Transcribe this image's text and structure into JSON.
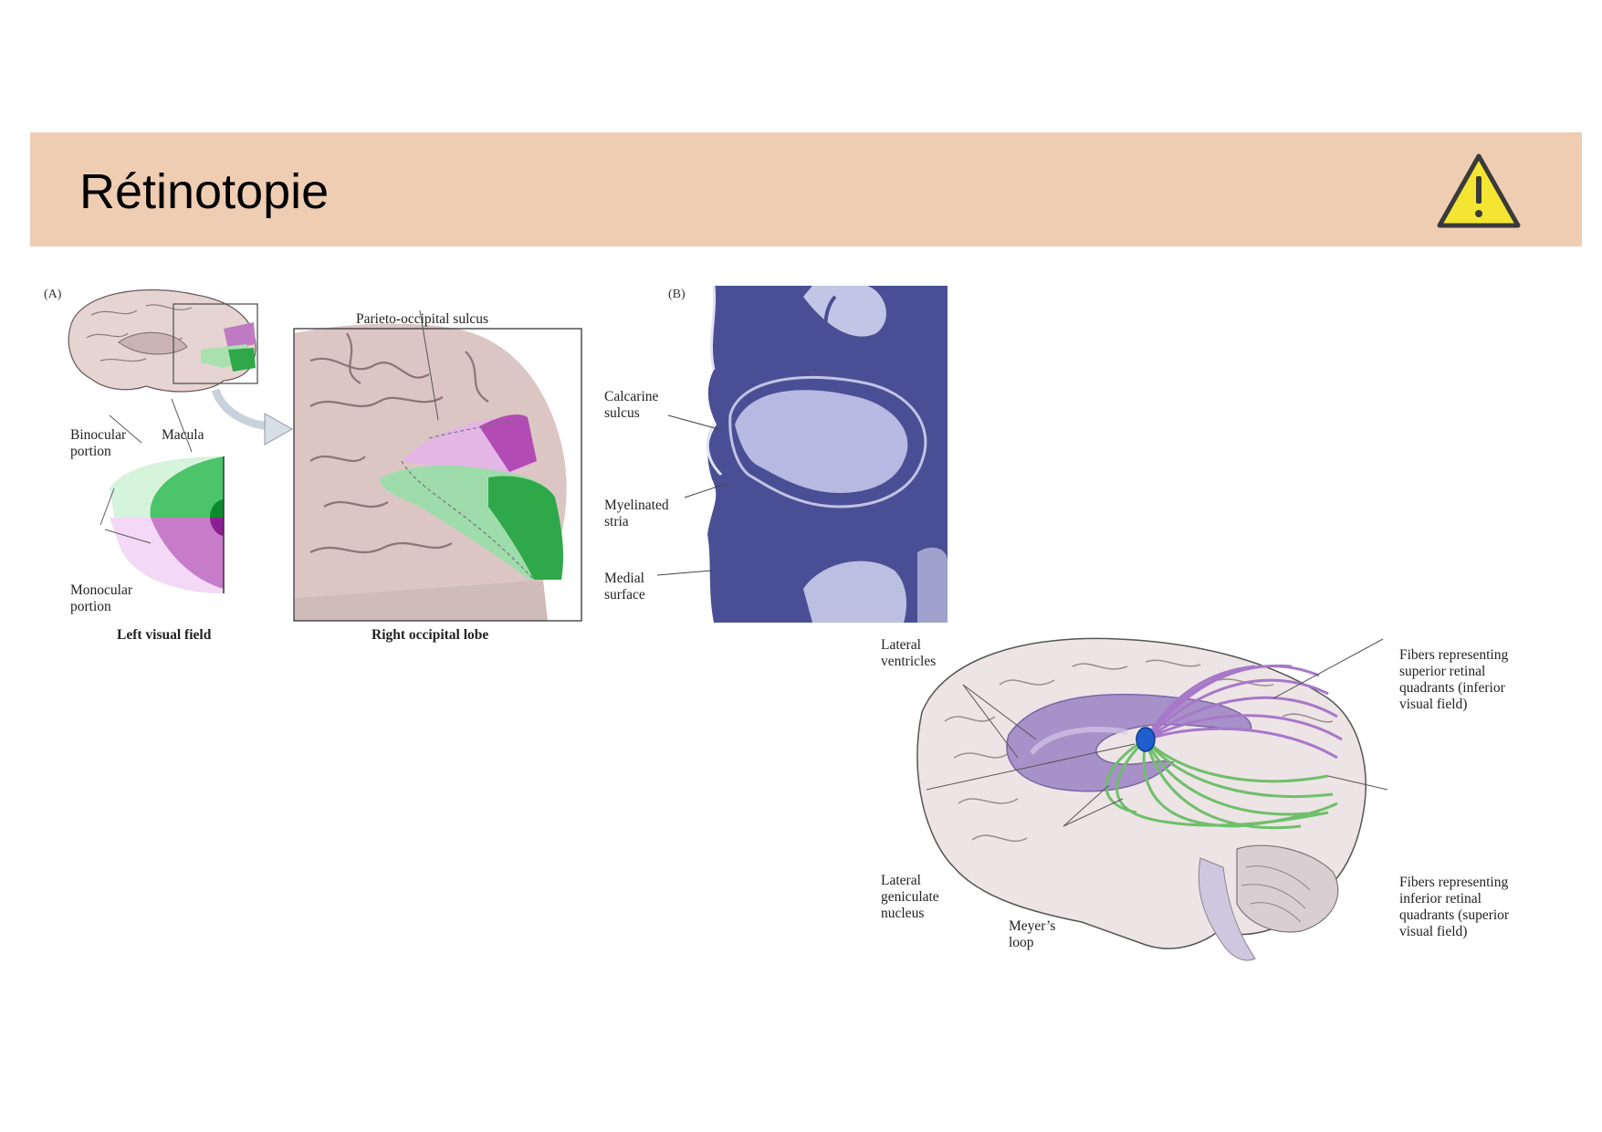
{
  "title": "Rétinotopie",
  "icons": {
    "warning": "warning-triangle-icon"
  },
  "colors": {
    "banner": "#efcdb3",
    "warning_fill": "#f4e532",
    "green": "#2fa84a",
    "light_green": "#bfe9c6",
    "purple": "#b24bb4",
    "light_purple": "#e9c6ec",
    "stain": "#4a4f95"
  },
  "figA": {
    "panel_label": "(A)",
    "binocular": [
      "Binocular",
      "portion"
    ],
    "macula": "Macula",
    "monocular": [
      "Monocular",
      "portion"
    ],
    "left_visual_field": "Left visual field",
    "parieto_occipital": "Parieto-occipital sulcus",
    "right_occipital_lobe": "Right occipital lobe"
  },
  "figB": {
    "panel_label": "(B)",
    "calcarine": [
      "Calcarine",
      "sulcus"
    ],
    "myelinated": [
      "Myelinated",
      "stria"
    ],
    "medial": [
      "Medial",
      "surface"
    ]
  },
  "figC": {
    "lateral_ventricles": [
      "Lateral",
      "ventricles"
    ],
    "fibers_superior": [
      "Fibers representing",
      "superior retinal",
      "quadrants (inferior",
      "visual field)"
    ],
    "lateral_geniculate": [
      "Lateral",
      "geniculate",
      "nucleus"
    ],
    "meyers_loop": [
      "Meyer’s",
      "loop"
    ],
    "fibers_inferior": [
      "Fibers representing",
      "inferior retinal",
      "quadrants (superior",
      "visual field)"
    ]
  }
}
